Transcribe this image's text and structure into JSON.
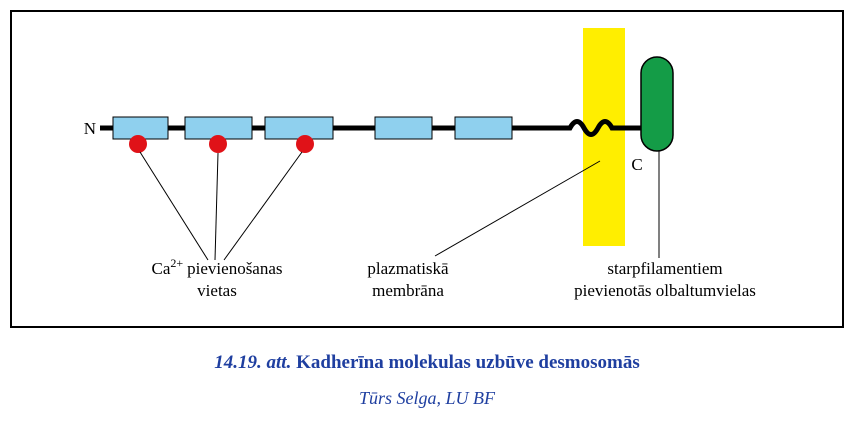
{
  "figure": {
    "n_terminal": "N",
    "c_terminal": "C",
    "labels": {
      "ca_base": "Ca",
      "ca_sup": "2+",
      "ca_rest": "pievienošanas",
      "ca_line2": "vietas",
      "membrane_line1": "plazmatiskā",
      "membrane_line2": "membrāna",
      "filament_line1": "starpfilamentiem",
      "filament_line2": "pievienotās olbaltumvielas"
    },
    "colors": {
      "domain_fill": "#8fd0ee",
      "calcium_fill": "#e01218",
      "membrane_fill": "#ffee00",
      "protein_fill": "#149c47",
      "caption_text": "#1f3fa0"
    }
  },
  "caption": {
    "number": "14.19. att.",
    "title": "Kadherīna molekulas uzbūve desmosomās",
    "credit": "Tūrs Selga, LU BF"
  }
}
